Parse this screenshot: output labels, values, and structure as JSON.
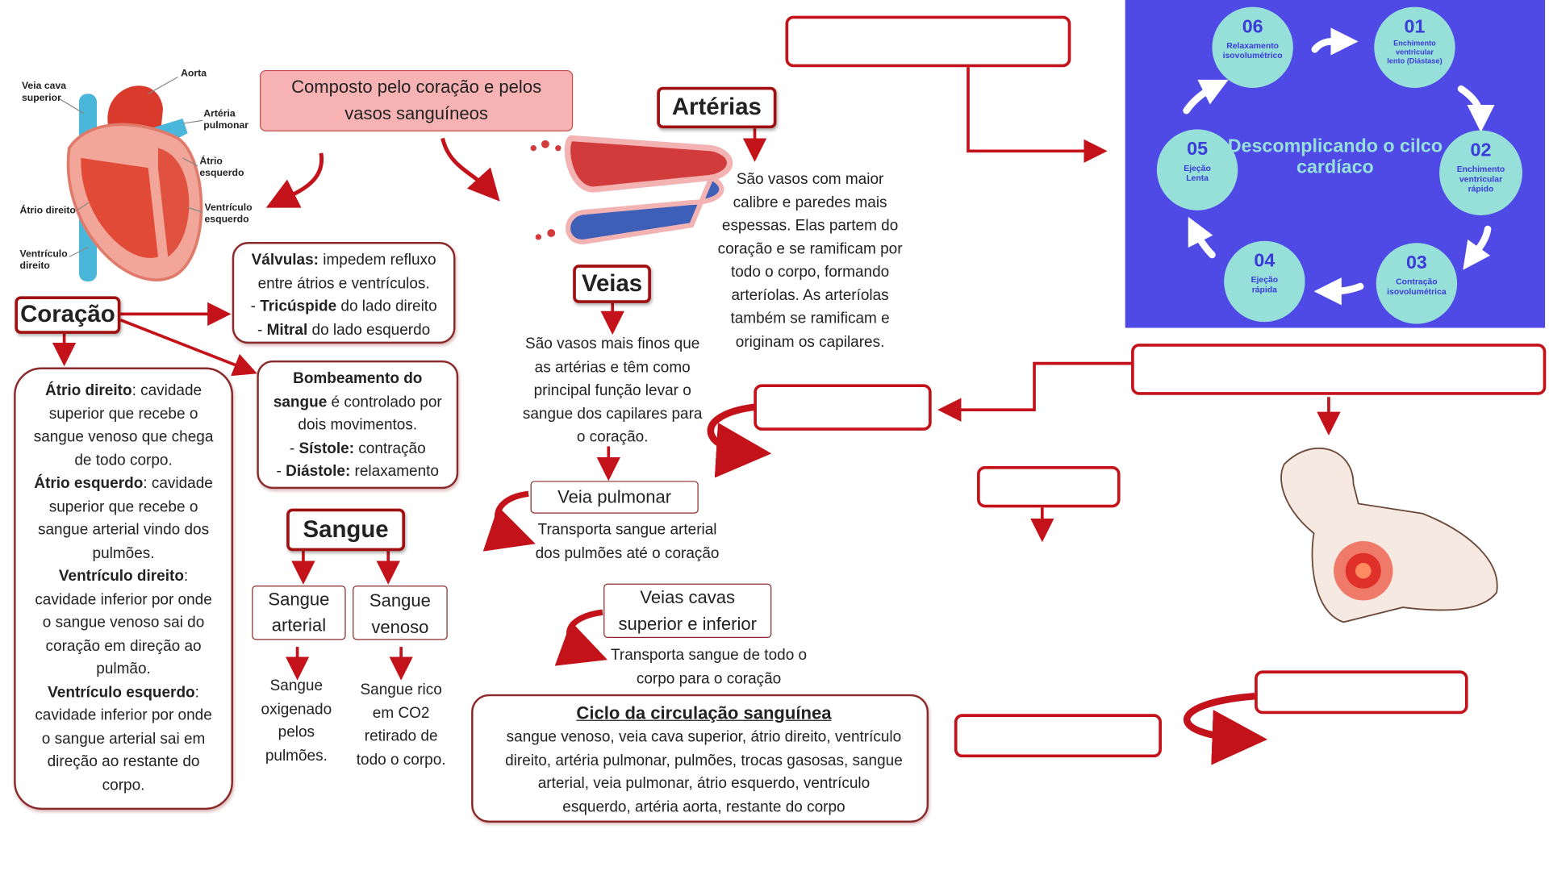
{
  "heart_labels": {
    "veia_cava": "Veia cava superior",
    "aorta": "Aorta",
    "arteria_pulmonar": "Artéria pulmonar",
    "atrio_esquerdo": "Átrio esquerdo",
    "atrio_direito": "Átrio direito",
    "ventriculo_esquerdo": "Ventrículo esquerdo",
    "ventriculo_direito": "Ventrículo direito"
  },
  "composto": "Composto pelo coração e pelos vasos sanguíneos",
  "coracao": {
    "title": "Coração",
    "valvulas": {
      "b": "Válvulas:",
      "t": " impedem refluxo entre átrios e ventrículos.",
      "i1b": "Tricúspide",
      "i1": " do lado direito",
      "i2b": "Mitral",
      "i2": " do lado esquerdo"
    },
    "bombeamento": {
      "b": "Bombeamento do sangue",
      "t": " é controlado  por dois movimentos.",
      "i1b": "Sístole:",
      "i1": " contração",
      "i2b": "Diástole:",
      "i2": " relaxamento"
    },
    "camaras": [
      {
        "b": "Átrio direito",
        "t": ": cavidade superior que recebe o sangue venoso que chega de todo corpo."
      },
      {
        "b": "Átrio esquerdo",
        "t": ": cavidade superior que recebe o sangue arterial vindo dos pulmões."
      },
      {
        "b": "Ventrículo direito",
        "t": ": cavidade inferior por onde o sangue venoso sai do coração em direção ao pulmão."
      },
      {
        "b": "Ventrículo esquerdo",
        "t": ": cavidade inferior por onde o sangue arterial sai em direção ao restante do corpo."
      }
    ]
  },
  "arterias": {
    "title": "Artérias",
    "text": "São vasos com maior calibre e paredes mais espessas. Elas partem do coração e se ramificam por todo o corpo, formando arteríolas. As arteríolas também se ramificam e originam os capilares."
  },
  "veias": {
    "title": "Veias",
    "text": "São vasos mais finos que as artérias e têm como principal função levar o sangue dos capilares para o coração.",
    "pulmonar": {
      "title": "Veia pulmonar",
      "text": "Transporta sangue arterial dos pulmões até o coração"
    },
    "cavas": {
      "title": "Veias cavas superior e inferior",
      "text": "Transporta sangue de todo o corpo para o coração"
    }
  },
  "sangue": {
    "title": "Sangue",
    "arterial": "Sangue arterial",
    "venoso": "Sangue venoso",
    "arterial_text": "Sangue oxigenado pelos pulmões.",
    "venoso_text": "Sangue rico em CO2 retirado de todo o corpo."
  },
  "ciclo": {
    "title": "Ciclo da circulação sanguínea",
    "text": "sangue venoso, veia cava superior, átrio direito, ventrículo direito, artéria pulmonar, pulmões, trocas gasosas, sangue arterial, veia pulmonar, átrio esquerdo, ventrículo esquerdo, artéria aorta, restante do corpo"
  },
  "ciclo_cardiaco": {
    "title": "Descomplicando o cilco cardíaco",
    "colors": {
      "bg": "#4f49e6",
      "circle": "#96e0d9"
    },
    "steps": [
      {
        "n": "01",
        "label": "Enchimento ventricular lento (Diástase)"
      },
      {
        "n": "02",
        "label": "Enchimento ventricular rápido"
      },
      {
        "n": "03",
        "label": "Contração isovolumétrica"
      },
      {
        "n": "04",
        "label": "Ejeção rápida"
      },
      {
        "n": "05",
        "label": "Ejeção Lenta"
      },
      {
        "n": "06",
        "label": "Relaxamento isovolumétrico"
      }
    ]
  }
}
